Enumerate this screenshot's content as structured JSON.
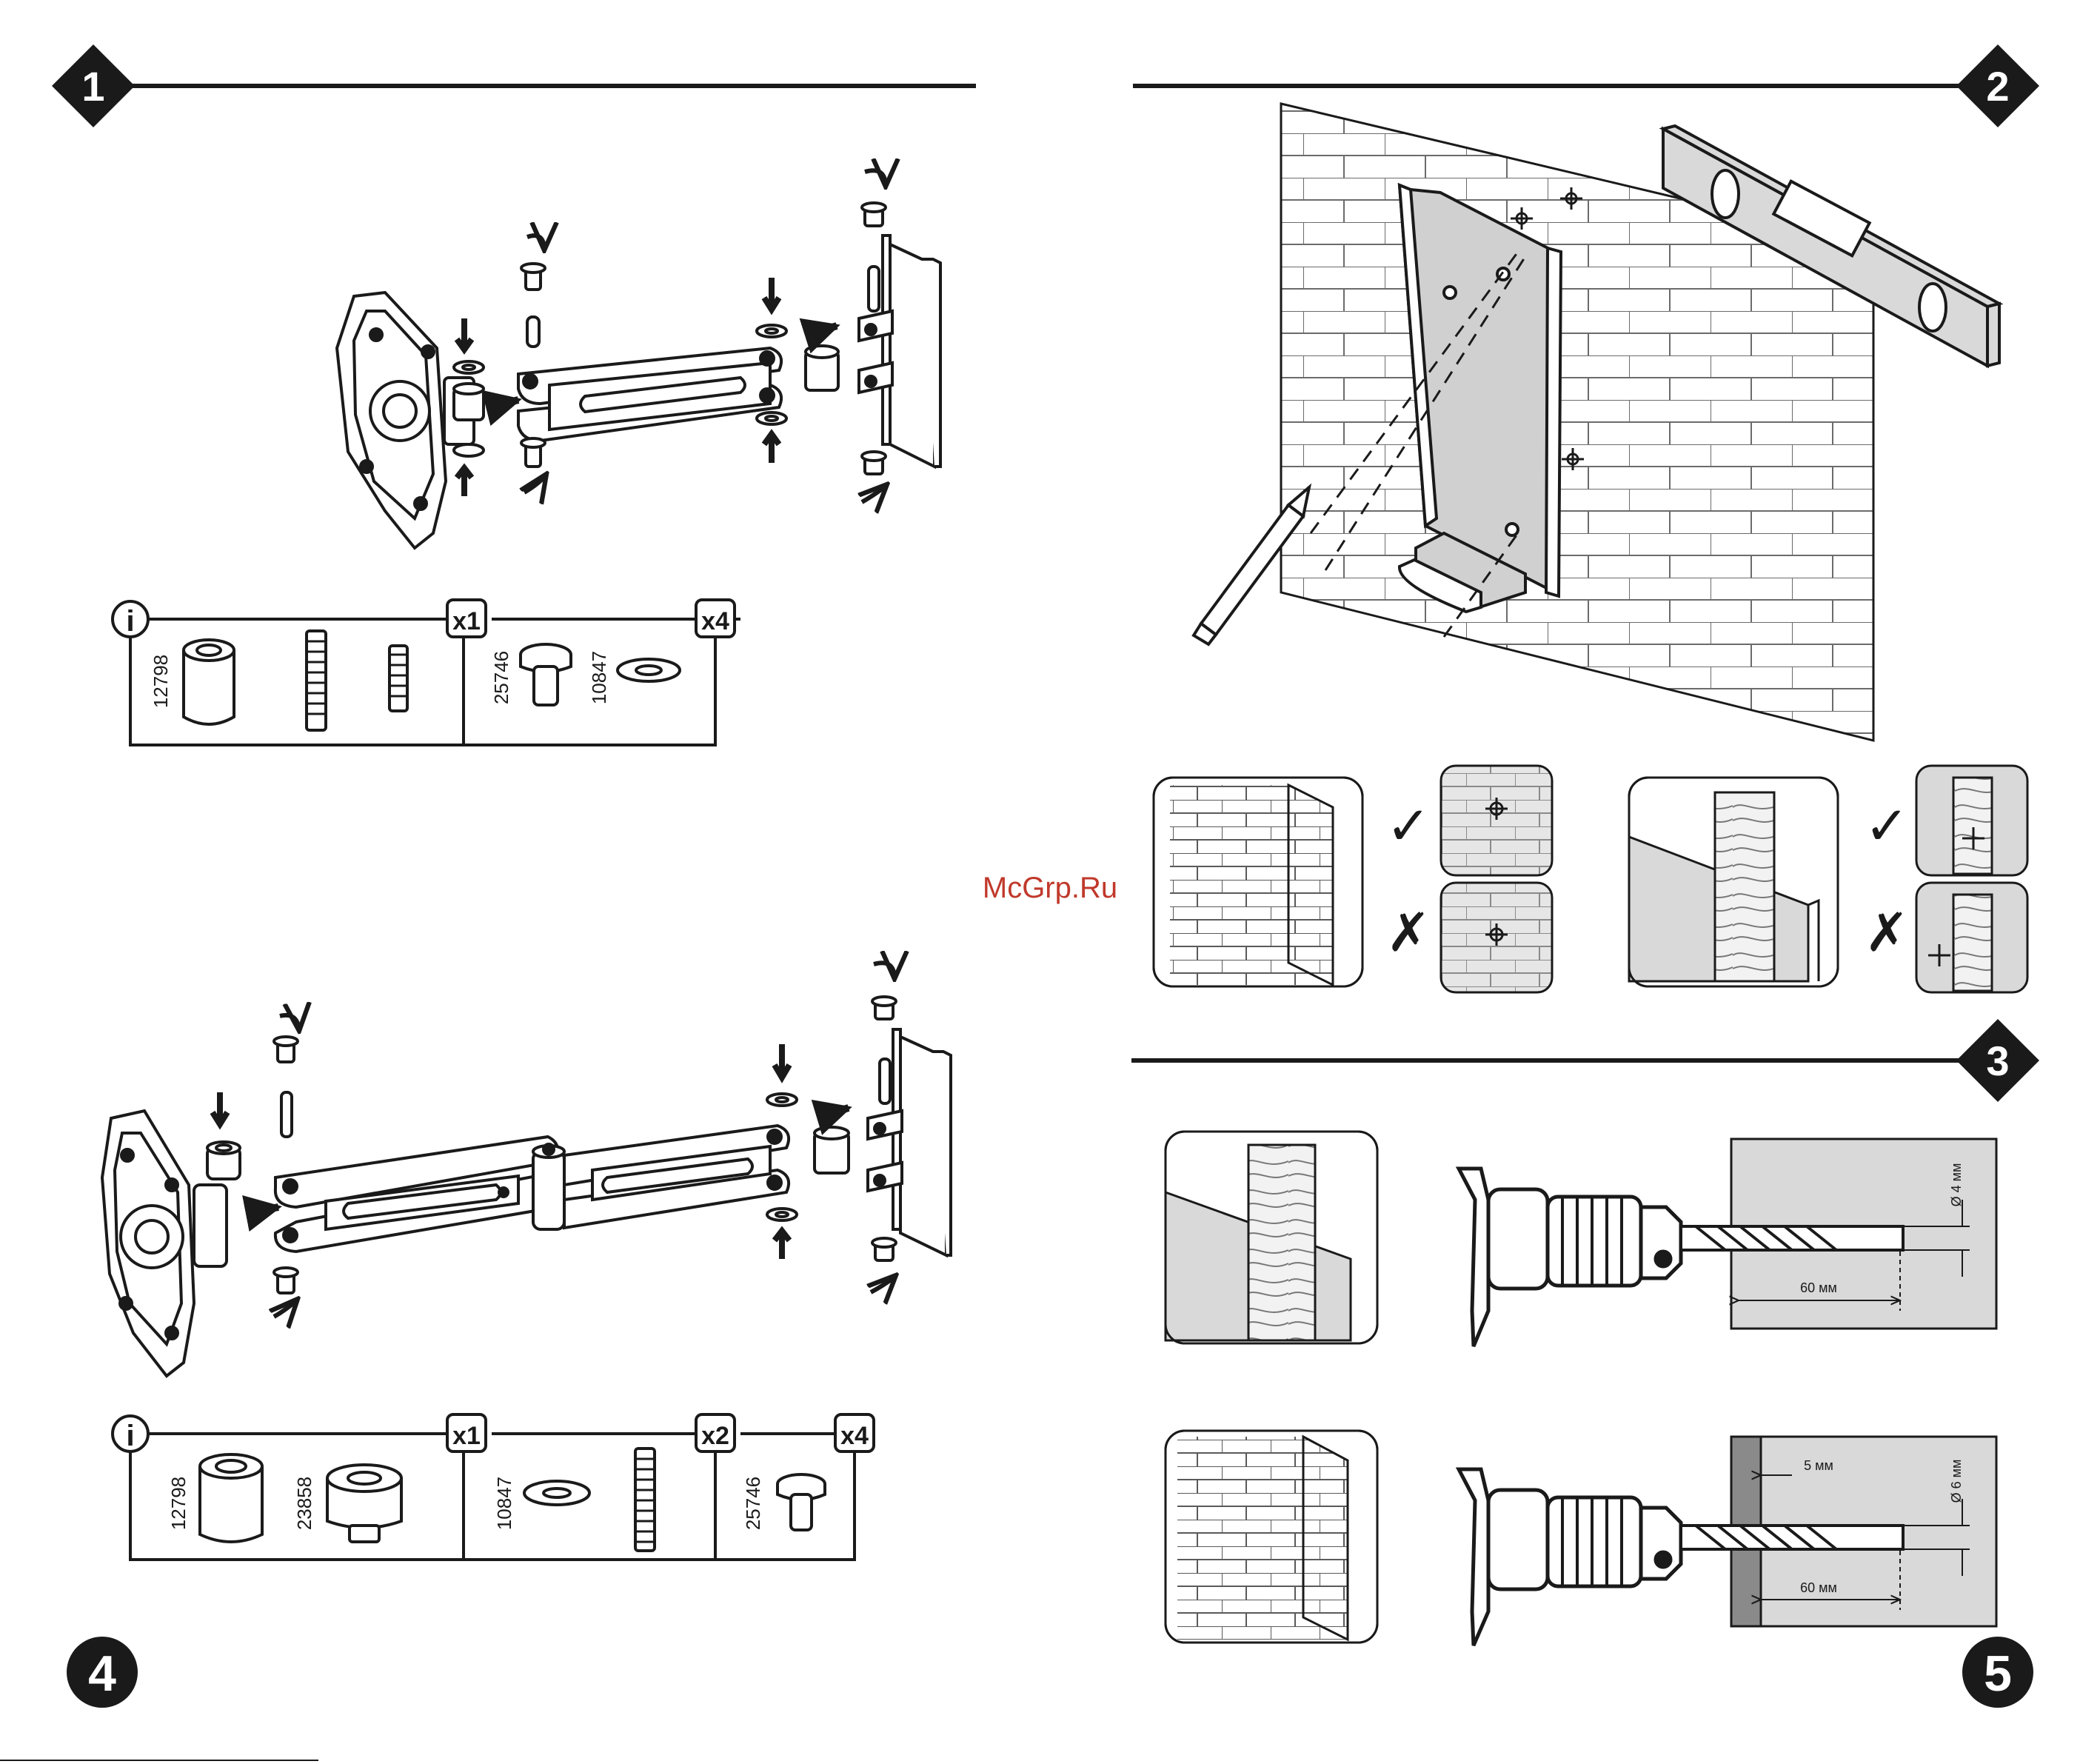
{
  "steps": {
    "s1": "1",
    "s2": "2",
    "s3": "3"
  },
  "page_numbers": {
    "left": "4",
    "right": "5"
  },
  "watermark": "McGrp.Ru",
  "panel_a": {
    "info_icon": "i",
    "qty_1": "x1",
    "qty_4": "x4",
    "parts": [
      "12798",
      "25746",
      "10847"
    ]
  },
  "panel_b": {
    "info_icon": "i",
    "qty_1": "x1",
    "qty_2": "x2",
    "qty_4": "x4",
    "parts": [
      "12798",
      "23858",
      "10847",
      "25746"
    ]
  },
  "wall_check": {
    "ok_mark": "✓",
    "bad_mark": "✗"
  },
  "drill": {
    "wood_diameter": "Ø 4 мм",
    "wood_depth": "60 мм",
    "brick_diameter": "Ø 6 мм",
    "brick_plaster": "5 мм",
    "brick_depth": "60 мм"
  },
  "colors": {
    "ink": "#1a1a1a",
    "panel_gray": "#d9d9d9",
    "plaster_gray": "#8a8a8a",
    "watermark_red": "#c0392b"
  }
}
